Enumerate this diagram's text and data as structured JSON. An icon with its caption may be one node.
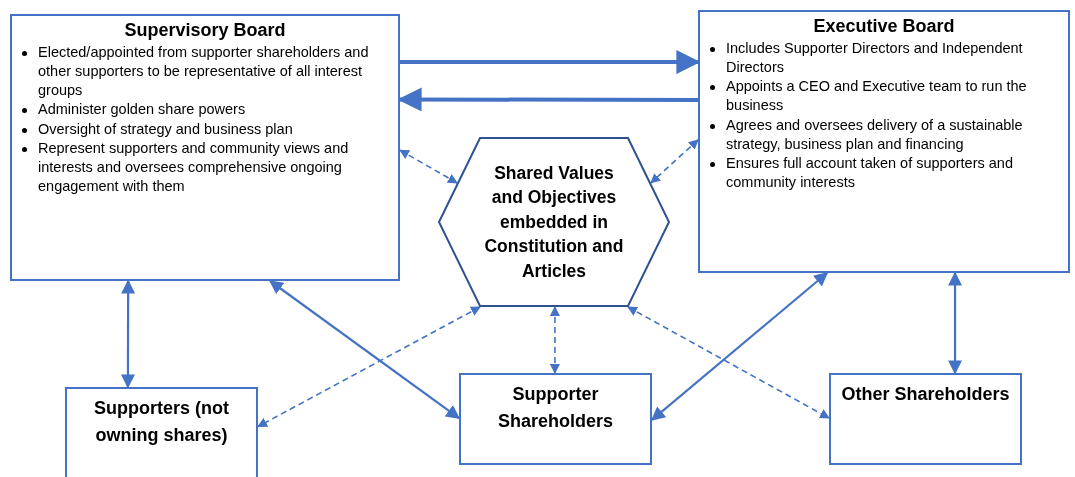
{
  "diagram": {
    "nodes": [
      {
        "text": [
          "Supervisory Board",
          "Elected/appointed from supporter shareholders and other supporters to be representative of all interest groups",
          "Administer golden share powers",
          "Oversight of strategy and business plan",
          "Represent supporters and community views and interests and oversees comprehensive ongoing engagement with them"
        ]
      },
      {
        "text": [
          "Executive Board",
          "Includes Supporter Directors and Independent Directors",
          "Appoints a CEO and Executive team to run the business",
          "Agrees and oversees delivery of a sustainable strategy, business plan and financing",
          "Ensures full account taken of supporters and community interests"
        ]
      },
      {
        "text": [
          "Shared Values and Objectives embedded in Constitution and Articles"
        ]
      },
      {
        "text": [
          "Supporters (not owning shares)"
        ]
      },
      {
        "text": [
          "Supporter Shareholders"
        ]
      },
      {
        "text": [
          "Other Shareholders"
        ]
      }
    ],
    "edges": [
      {
        "from": 0,
        "to": 1,
        "arrow": "to",
        "style": "thick"
      },
      {
        "from": 1,
        "to": 0,
        "arrow": "to",
        "style": "thick"
      },
      {
        "from": 0,
        "to": 2,
        "arrow": "both",
        "style": "dashed"
      },
      {
        "from": 1,
        "to": 2,
        "arrow": "both",
        "style": "dashed"
      },
      {
        "from": 0,
        "to": 3,
        "arrow": "both"
      },
      {
        "from": 0,
        "to": 4,
        "arrow": "both"
      },
      {
        "from": 1,
        "to": 4,
        "arrow": "both"
      },
      {
        "from": 1,
        "to": 5,
        "arrow": "both"
      },
      {
        "from": 2,
        "to": 3,
        "arrow": "both",
        "style": "dashed"
      },
      {
        "from": 2,
        "to": 4,
        "arrow": "both",
        "style": "dashed"
      },
      {
        "from": 2,
        "to": 5,
        "arrow": "both",
        "style": "dashed"
      }
    ]
  }
}
